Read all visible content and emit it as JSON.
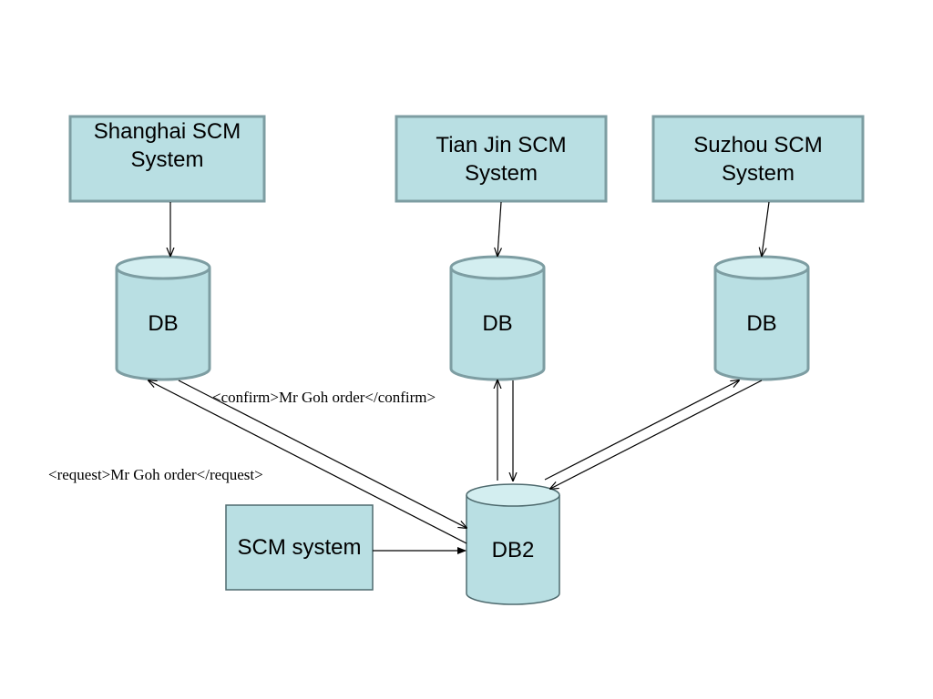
{
  "colors": {
    "fill": "#b9dfe3",
    "stroke": "#7d9da2",
    "line": "#000000"
  },
  "systems": {
    "shanghai": {
      "line1": "Shanghai SCM",
      "line2": "System"
    },
    "tianjin": {
      "line1": "Tian Jin SCM",
      "line2": "System"
    },
    "suzhou": {
      "line1": "Suzhou SCM",
      "line2": "System"
    },
    "scm": {
      "label": "SCM system"
    }
  },
  "databases": {
    "shanghai_db": "DB",
    "tianjin_db": "DB",
    "suzhou_db": "DB",
    "db2": "DB2"
  },
  "messages": {
    "confirm": "<confirm>Mr Goh order</confirm>",
    "request": "<request>Mr Goh order</request>"
  }
}
